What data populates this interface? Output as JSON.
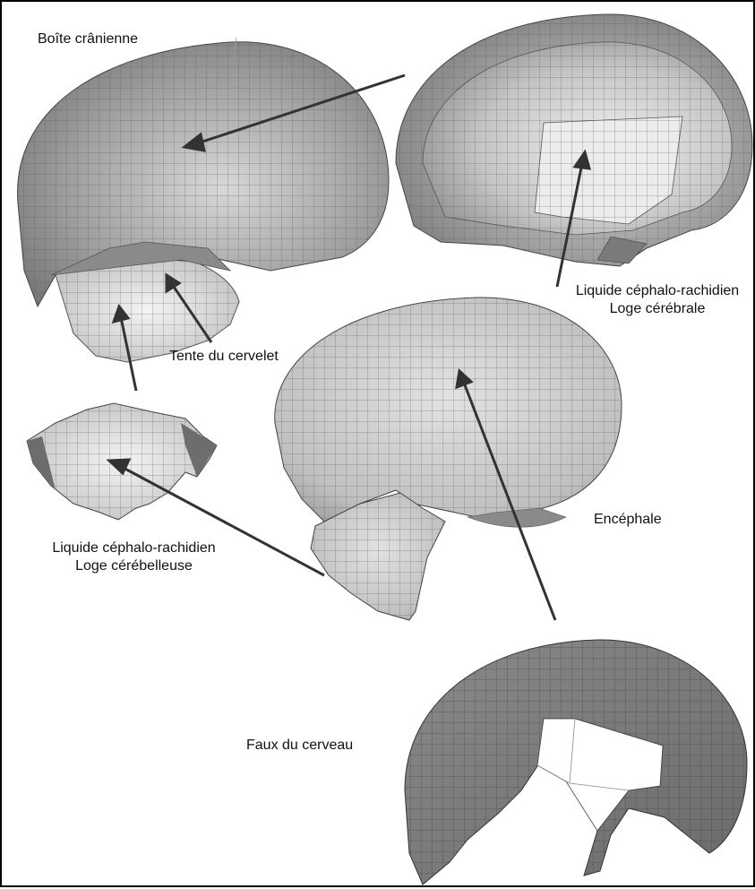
{
  "labels": {
    "skull": "Boîte crânienne",
    "csf_cerebral_line1": "Liquide céphalo-rachidien",
    "csf_cerebral_line2": "Loge cérébrale",
    "tentorium": "Tente du cervelet",
    "encephalon": "Encéphale",
    "csf_cerebellar_line1": "Liquide céphalo-rachidien",
    "csf_cerebellar_line2": "Loge cérébelleuse",
    "falx": "Faux du cerveau"
  }
}
